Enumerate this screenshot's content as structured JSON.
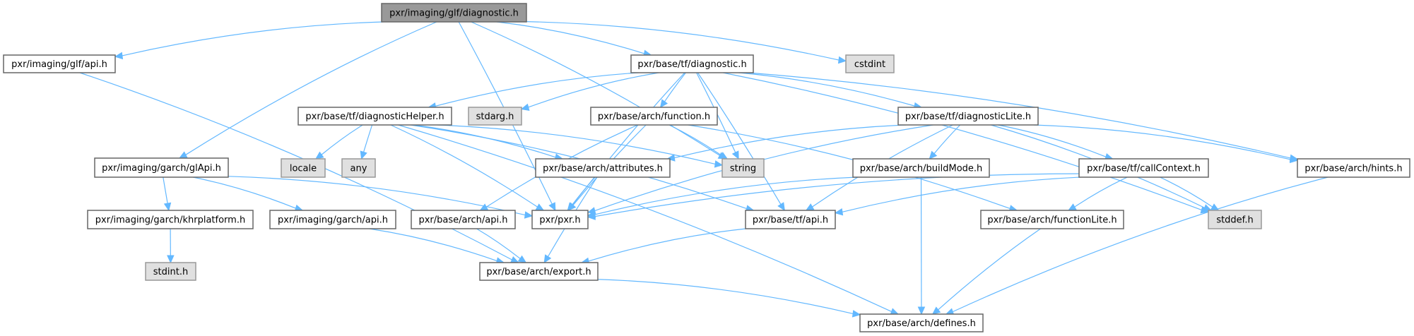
{
  "graph": {
    "title": "pxr/imaging/glf/diagnostic.h",
    "edge_color": "#63b8ff",
    "nodes": [
      {
        "id": "root",
        "label": "pxr/imaging/glf/diagnostic.h",
        "kind": "root"
      },
      {
        "id": "glf_api",
        "label": "pxr/imaging/glf/api.h",
        "kind": "file"
      },
      {
        "id": "tf_diagnostic",
        "label": "pxr/base/tf/diagnostic.h",
        "kind": "file"
      },
      {
        "id": "cstdint",
        "label": "cstdint",
        "kind": "system"
      },
      {
        "id": "diagHelper",
        "label": "pxr/base/tf/diagnosticHelper.h",
        "kind": "file"
      },
      {
        "id": "stdarg",
        "label": "stdarg.h",
        "kind": "system"
      },
      {
        "id": "function",
        "label": "pxr/base/arch/function.h",
        "kind": "file"
      },
      {
        "id": "diagLite",
        "label": "pxr/base/tf/diagnosticLite.h",
        "kind": "file"
      },
      {
        "id": "glApi",
        "label": "pxr/imaging/garch/glApi.h",
        "kind": "file"
      },
      {
        "id": "locale",
        "label": "locale",
        "kind": "system"
      },
      {
        "id": "any",
        "label": "any",
        "kind": "system"
      },
      {
        "id": "attributes",
        "label": "pxr/base/arch/attributes.h",
        "kind": "file"
      },
      {
        "id": "string",
        "label": "string",
        "kind": "system"
      },
      {
        "id": "buildMode",
        "label": "pxr/base/arch/buildMode.h",
        "kind": "file"
      },
      {
        "id": "callContext",
        "label": "pxr/base/tf/callContext.h",
        "kind": "file"
      },
      {
        "id": "hints",
        "label": "pxr/base/arch/hints.h",
        "kind": "file"
      },
      {
        "id": "khr",
        "label": "pxr/imaging/garch/khrplatform.h",
        "kind": "file"
      },
      {
        "id": "garch_api",
        "label": "pxr/imaging/garch/api.h",
        "kind": "file"
      },
      {
        "id": "arch_api",
        "label": "pxr/base/arch/api.h",
        "kind": "file"
      },
      {
        "id": "pxr",
        "label": "pxr/pxr.h",
        "kind": "file"
      },
      {
        "id": "tf_api",
        "label": "pxr/base/tf/api.h",
        "kind": "file"
      },
      {
        "id": "functionLite",
        "label": "pxr/base/arch/functionLite.h",
        "kind": "file"
      },
      {
        "id": "stddef",
        "label": "stddef.h",
        "kind": "system"
      },
      {
        "id": "stdint",
        "label": "stdint.h",
        "kind": "system"
      },
      {
        "id": "export",
        "label": "pxr/base/arch/export.h",
        "kind": "file"
      },
      {
        "id": "defines",
        "label": "pxr/base/arch/defines.h",
        "kind": "file"
      }
    ],
    "edges": [
      [
        "root",
        "glf_api"
      ],
      [
        "root",
        "tf_diagnostic"
      ],
      [
        "root",
        "cstdint"
      ],
      [
        "root",
        "glApi"
      ],
      [
        "root",
        "pxr"
      ],
      [
        "root",
        "string"
      ],
      [
        "glf_api",
        "export"
      ],
      [
        "tf_diagnostic",
        "diagHelper"
      ],
      [
        "tf_diagnostic",
        "stdarg"
      ],
      [
        "tf_diagnostic",
        "function"
      ],
      [
        "tf_diagnostic",
        "diagLite"
      ],
      [
        "tf_diagnostic",
        "hints"
      ],
      [
        "tf_diagnostic",
        "pxr"
      ],
      [
        "tf_diagnostic",
        "string"
      ],
      [
        "tf_diagnostic",
        "tf_api"
      ],
      [
        "tf_diagnostic",
        "stddef"
      ],
      [
        "diagHelper",
        "locale"
      ],
      [
        "diagHelper",
        "any"
      ],
      [
        "diagHelper",
        "attributes"
      ],
      [
        "diagHelper",
        "string"
      ],
      [
        "diagHelper",
        "pxr"
      ],
      [
        "diagHelper",
        "tf_api"
      ],
      [
        "diagHelper",
        "defines"
      ],
      [
        "function",
        "string"
      ],
      [
        "function",
        "pxr"
      ],
      [
        "function",
        "arch_api"
      ],
      [
        "function",
        "functionLite"
      ],
      [
        "diagLite",
        "attributes"
      ],
      [
        "diagLite",
        "buildMode"
      ],
      [
        "diagLite",
        "callContext"
      ],
      [
        "diagLite",
        "hints"
      ],
      [
        "diagLite",
        "pxr"
      ],
      [
        "diagLite",
        "tf_api"
      ],
      [
        "diagLite",
        "stddef"
      ],
      [
        "glApi",
        "khr"
      ],
      [
        "glApi",
        "garch_api"
      ],
      [
        "glApi",
        "pxr"
      ],
      [
        "attributes",
        "pxr"
      ],
      [
        "attributes",
        "export"
      ],
      [
        "buildMode",
        "pxr"
      ],
      [
        "buildMode",
        "defines"
      ],
      [
        "callContext",
        "pxr"
      ],
      [
        "callContext",
        "tf_api"
      ],
      [
        "callContext",
        "functionLite"
      ],
      [
        "callContext",
        "stddef"
      ],
      [
        "hints",
        "defines"
      ],
      [
        "khr",
        "stdint"
      ],
      [
        "garch_api",
        "export"
      ],
      [
        "arch_api",
        "export"
      ],
      [
        "tf_api",
        "export"
      ],
      [
        "functionLite",
        "defines"
      ],
      [
        "export",
        "defines"
      ]
    ]
  }
}
